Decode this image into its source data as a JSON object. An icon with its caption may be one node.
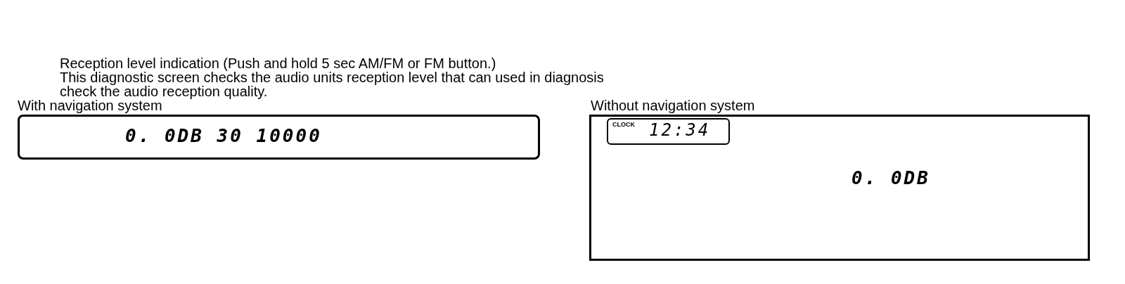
{
  "diagram": {
    "nodes": [
      {
        "text": [
          "With navigation system",
          "0. 0DB 30 10000"
        ]
      },
      {
        "text": [
          "Without navigation system",
          "0. 0DB"
        ]
      },
      {
        "text": [
          "CLOCK",
          "12:34"
        ],
        "in": 1
      }
    ],
    "labels": [
      "Reception level indication (Push and hold 5 sec AM/FM or FM button.)",
      "This diagnostic screen checks the audio units reception level that can used in diagnosis check the audio reception quality."
    ]
  }
}
